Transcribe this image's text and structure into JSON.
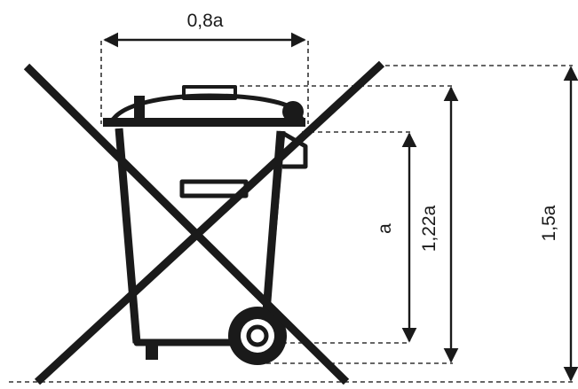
{
  "diagram": {
    "symbol": "crossed-out-wheelie-bin-icon",
    "dimensions": {
      "width_label": "0,8a",
      "a_label": "a",
      "height_122_label": "1,22a",
      "height_15_label": "1,5a"
    },
    "colors": {
      "ink": "#1a1a1a",
      "dashed": "#333333",
      "background": "#ffffff"
    }
  }
}
